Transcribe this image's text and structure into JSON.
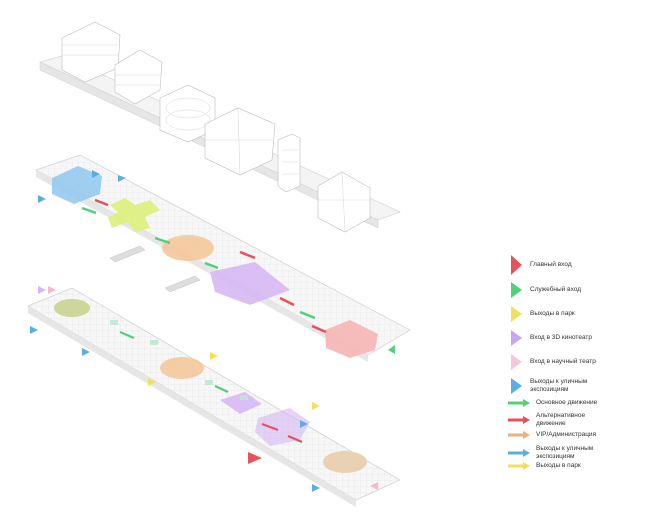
{
  "legend": {
    "entrances": [
      {
        "label": "Главный вход",
        "icon": "red-triangle-marker-icon",
        "color": "#e8505b"
      },
      {
        "label": "Служебный вход",
        "icon": "green-triangle-marker-icon",
        "color": "#4fd07a"
      },
      {
        "label": "Выходы в парк",
        "icon": "yellow-triangle-marker-icon",
        "color": "#f0e05a"
      },
      {
        "label": "Вход в 3D кинотеатр",
        "icon": "violet-triangle-marker-icon",
        "color": "#c9a6f2"
      },
      {
        "label": "Вход в научный театр",
        "icon": "pink-triangle-marker-icon",
        "color": "#f3c8dd"
      },
      {
        "label": "Выходы к уличным\nэкспозициям",
        "icon": "blue-triangle-marker-icon",
        "color": "#5aaee3"
      }
    ],
    "movement": [
      {
        "label": "Основное движение",
        "icon": "green-arrow-icon",
        "color": "#4fd07a"
      },
      {
        "label": "Альтернативное\nдвижение",
        "icon": "red-arrow-icon",
        "color": "#e8505b"
      },
      {
        "label": "VIP/Администрация",
        "icon": "orange-arrow-icon",
        "color": "#e9b27a"
      },
      {
        "label": "Выходы к уличным\nэкспозициям",
        "icon": "blue-arrow-icon",
        "color": "#5aaee3"
      },
      {
        "label": "Выходы в парк",
        "icon": "yellow-arrow-icon",
        "color": "#f0e05a"
      }
    ]
  },
  "zone_colors": {
    "blue": "#8fc7f0",
    "lime": "#dcef7a",
    "orange": "#f3c89a",
    "violet": "#d6b8f4",
    "pink": "#f6b8b8",
    "olive": "#c9d38e",
    "tan": "#e8cfae",
    "mint": "#bfe8d2"
  }
}
